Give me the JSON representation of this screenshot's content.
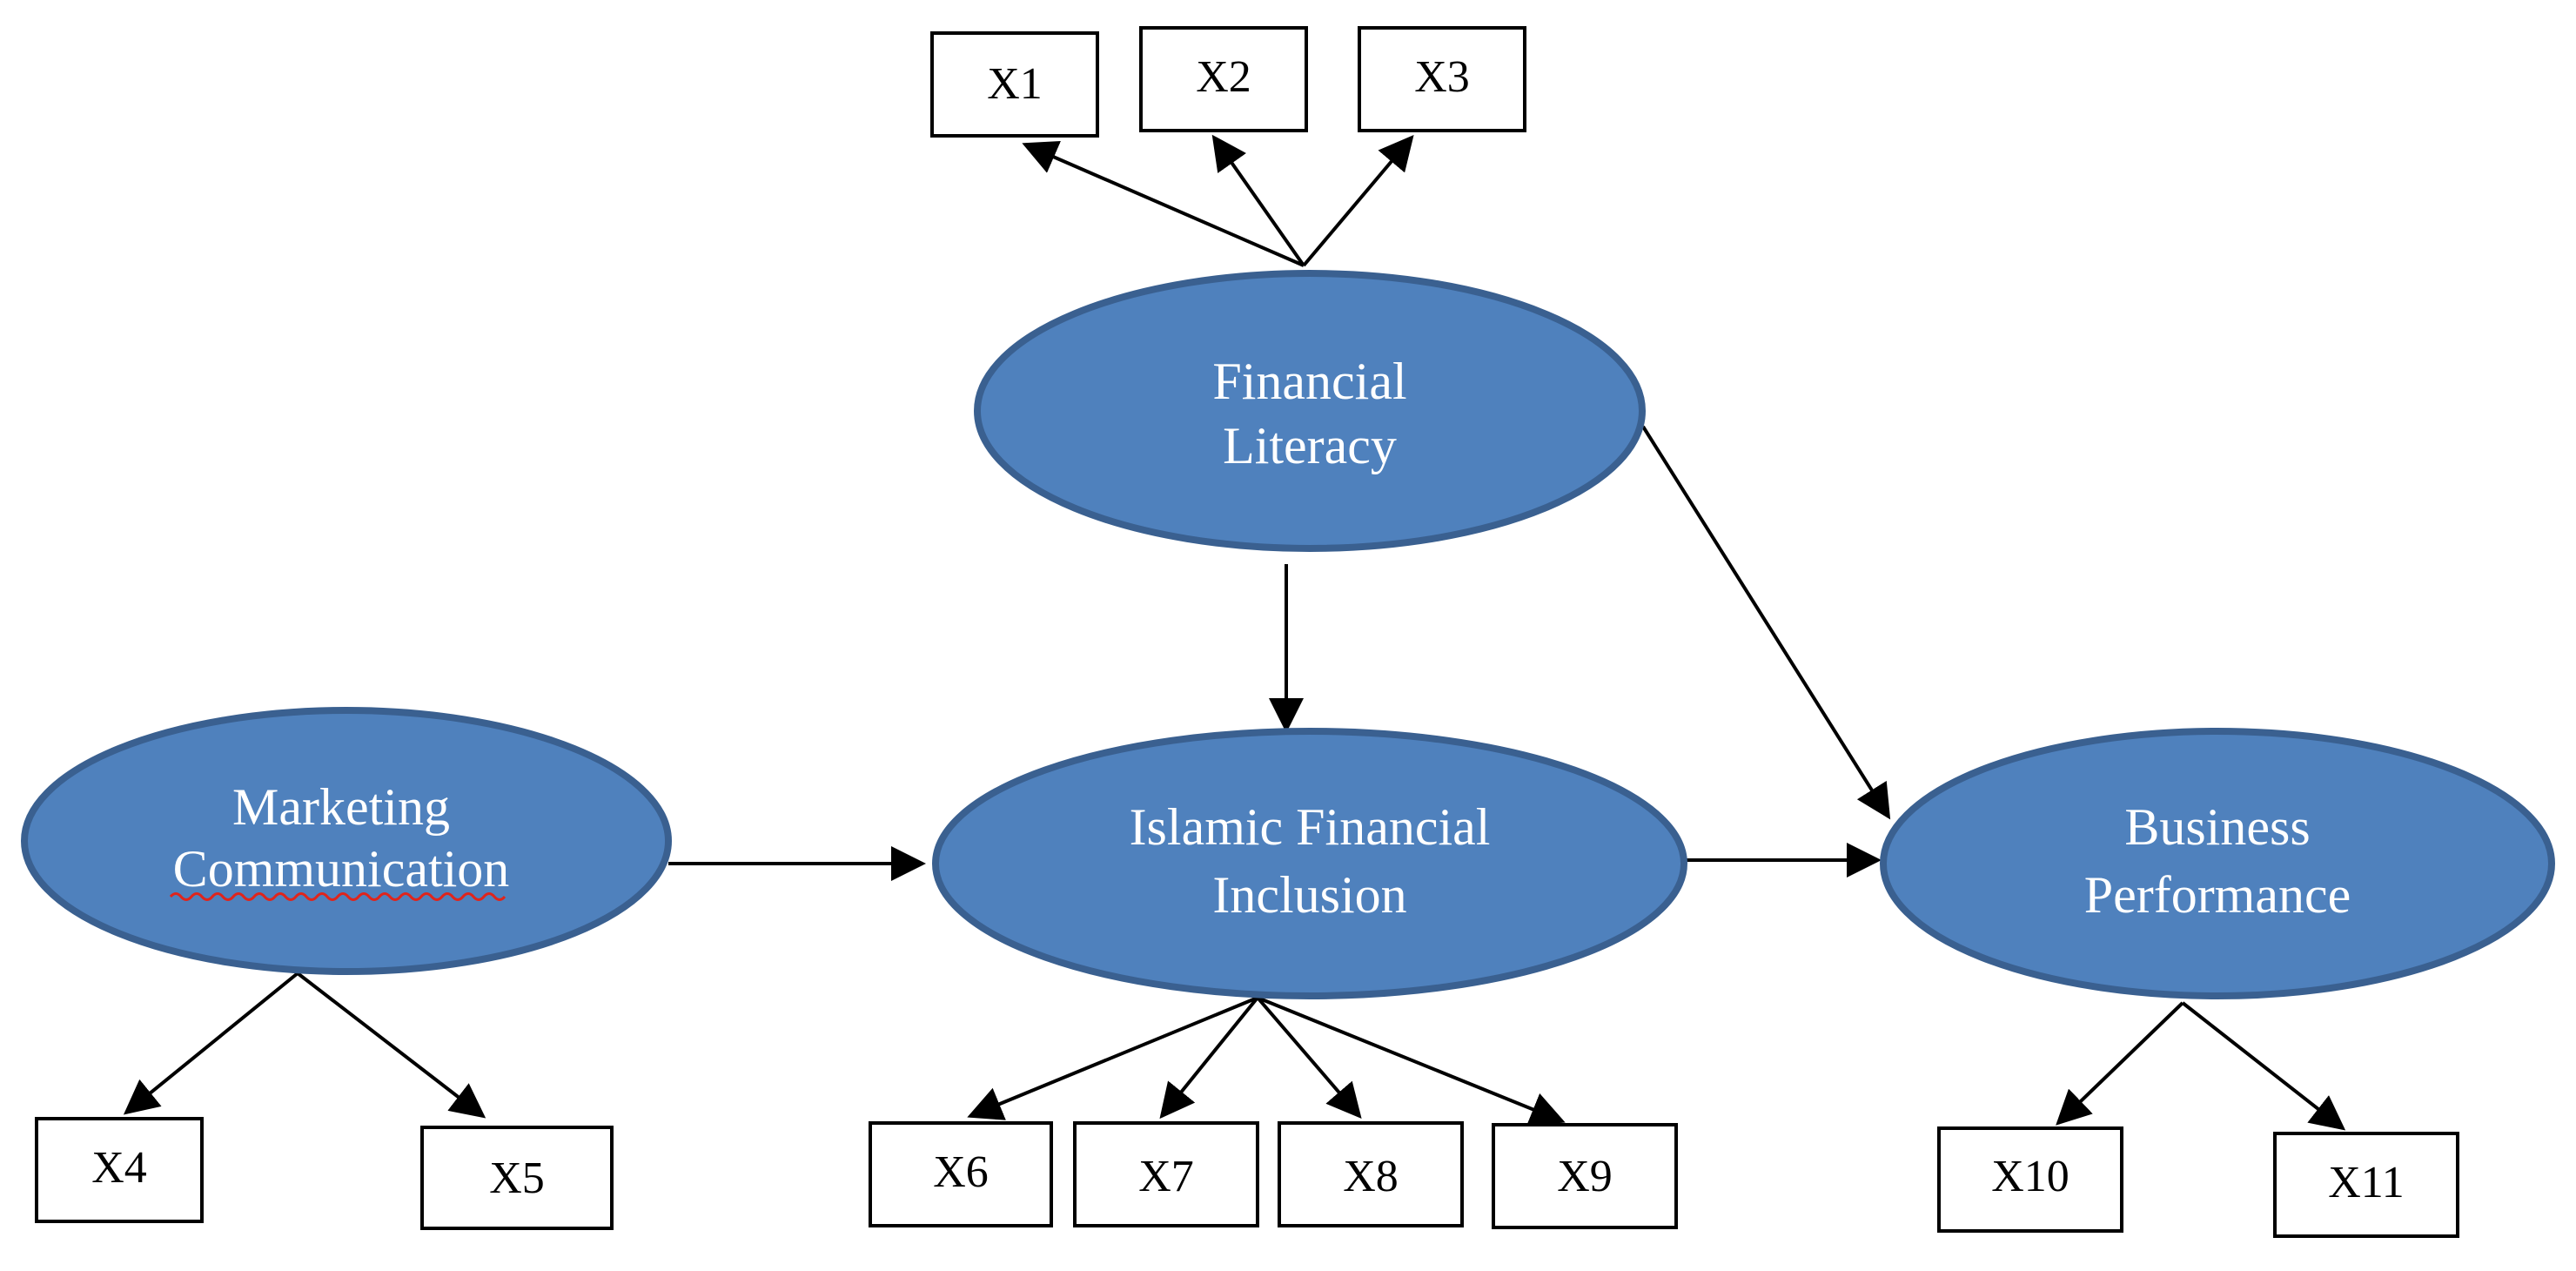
{
  "constructs": {
    "financial_literacy": {
      "line1": "Financial",
      "line2": "Literacy"
    },
    "marketing_communication": {
      "line1": "Marketing",
      "line2": "Communication"
    },
    "islamic_financial_inclusion": {
      "line1": "Islamic Financial",
      "line2": "Inclusion"
    },
    "business_performance": {
      "line1": "Business",
      "line2": "Performance"
    }
  },
  "indicators": {
    "x1": "X1",
    "x2": "X2",
    "x3": "X3",
    "x4": "X4",
    "x5": "X5",
    "x6": "X6",
    "x7": "X7",
    "x8": "X8",
    "x9": "X9",
    "x10": "X10",
    "x11": "X11"
  },
  "colors": {
    "construct_fill": "#4f81bd",
    "construct_border": "#3a6090",
    "construct_text": "#ffffff",
    "line": "#000000"
  }
}
